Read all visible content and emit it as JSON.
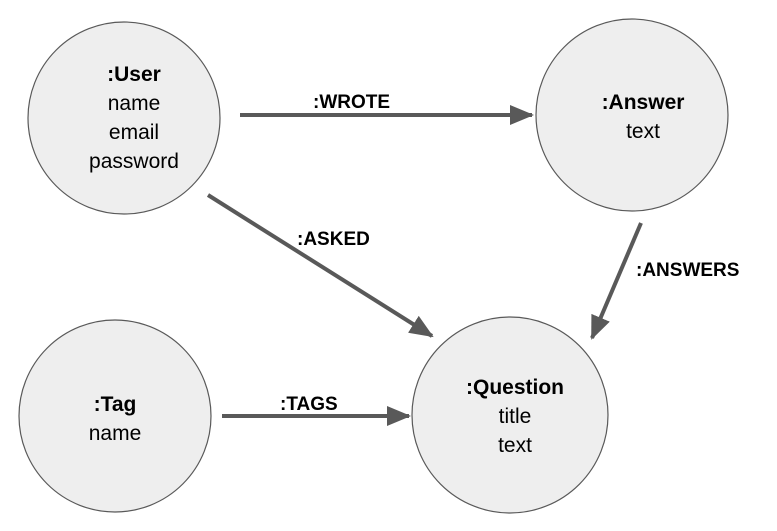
{
  "nodes": {
    "user": {
      "title": ":User",
      "props": [
        "name",
        "email",
        "password"
      ]
    },
    "answer": {
      "title": ":Answer",
      "props": [
        "text"
      ]
    },
    "tag": {
      "title": ":Tag",
      "props": [
        "name"
      ]
    },
    "question": {
      "title": ":Question",
      "props": [
        "title",
        "text"
      ]
    }
  },
  "edges": {
    "wrote": {
      "label": ":WROTE"
    },
    "asked": {
      "label": ":ASKED"
    },
    "answers": {
      "label": ":ANSWERS"
    },
    "tags": {
      "label": ":TAGS"
    }
  },
  "colors": {
    "node_fill": "#eeeeee",
    "node_stroke": "#595959",
    "edge": "#595959"
  }
}
